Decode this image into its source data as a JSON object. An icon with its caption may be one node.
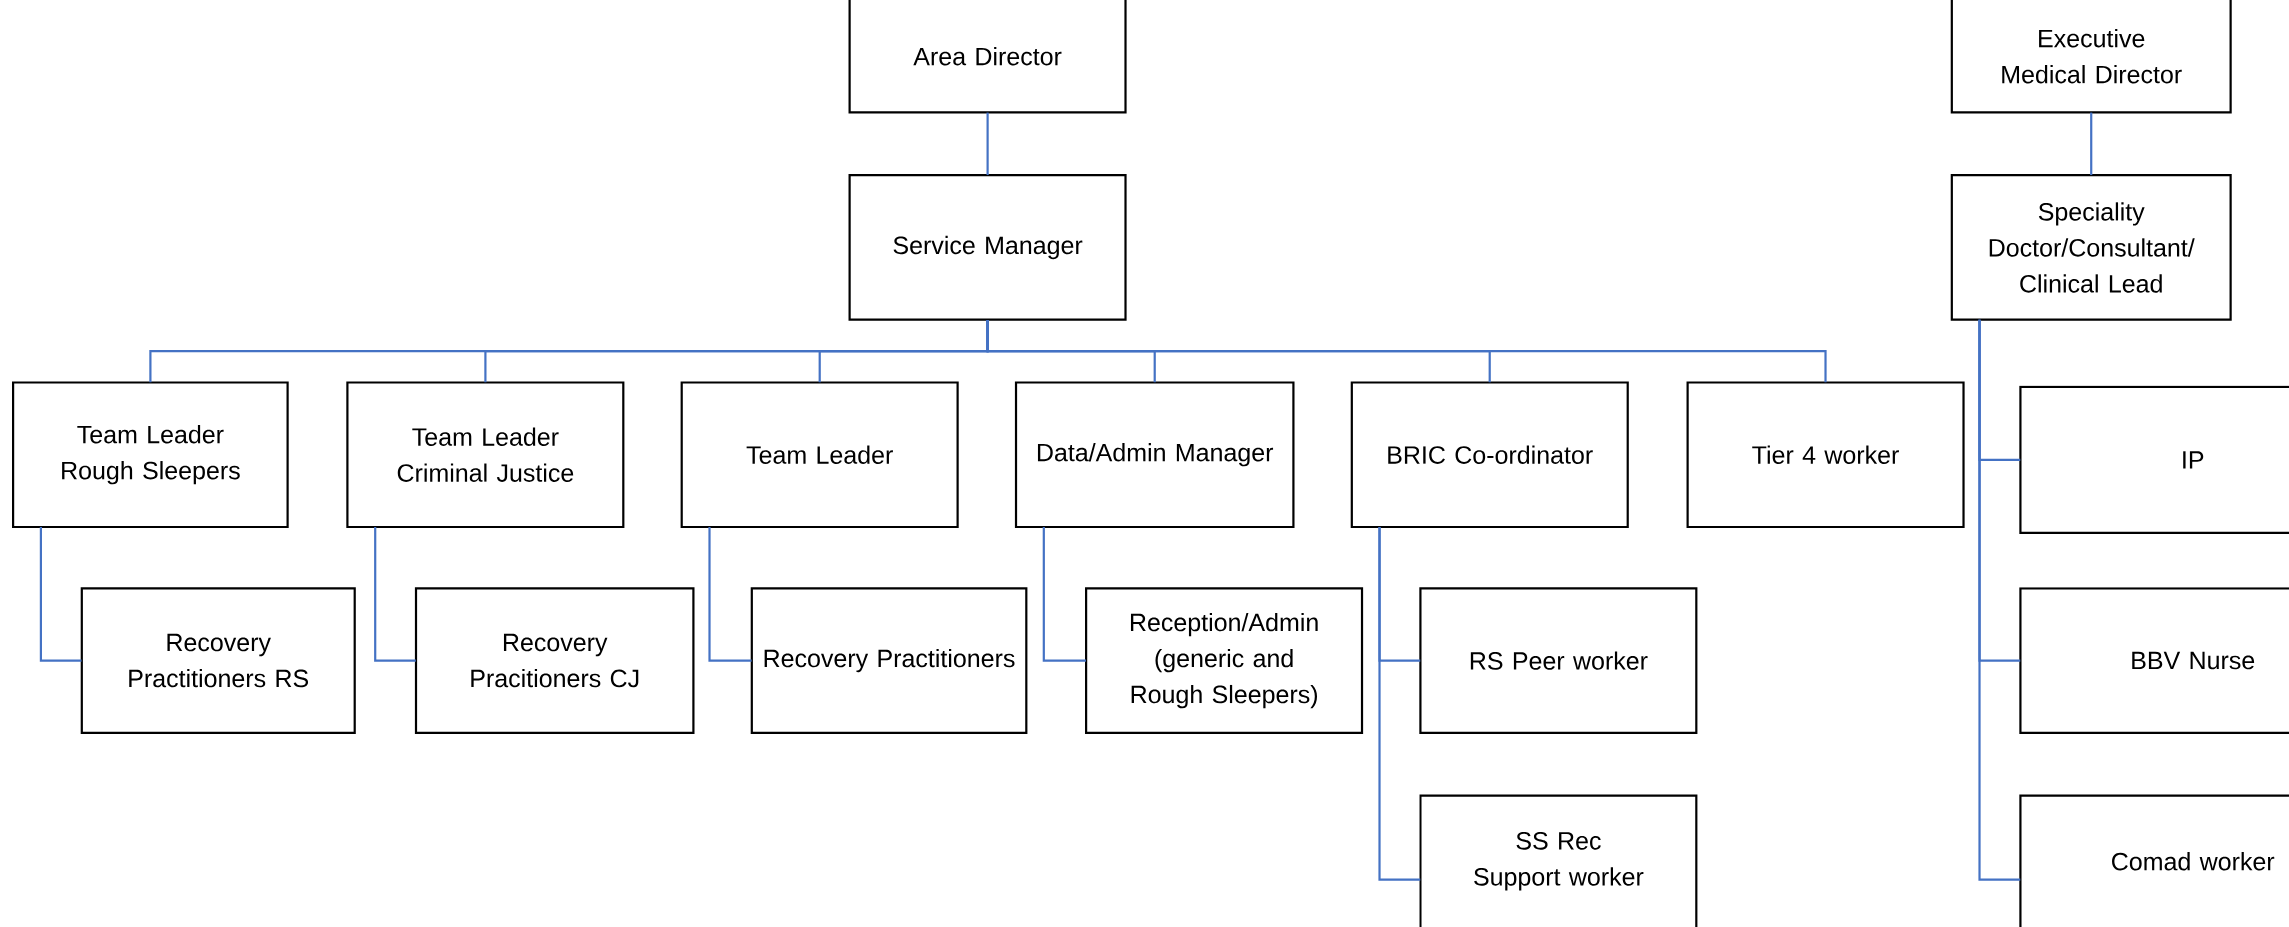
{
  "diagram": {
    "nodes": [
      {
        "text": [
          "Area Director"
        ]
      },
      {
        "text": [
          "Executive Medical Director"
        ]
      },
      {
        "text": [
          "Service Manager"
        ]
      },
      {
        "text": [
          "Speciality Doctor/Consultant/ Clinical Lead"
        ]
      },
      {
        "text": [
          "Team Leader Rough Sleepers"
        ]
      },
      {
        "text": [
          "Team Leader Criminal Justice"
        ]
      },
      {
        "text": [
          "Team Leader"
        ]
      },
      {
        "text": [
          "Data/Admin Manager"
        ]
      },
      {
        "text": [
          "BRIC Co-ordinator"
        ]
      },
      {
        "text": [
          "Tier 4 worker"
        ]
      },
      {
        "text": [
          "Recovery Practitioners RS"
        ]
      },
      {
        "text": [
          "Recovery Pracitioners CJ"
        ]
      },
      {
        "text": [
          "Recovery Practitioners"
        ]
      },
      {
        "text": [
          "Reception/Admin (generic and Rough Sleepers)"
        ]
      },
      {
        "text": [
          "RS Peer worker"
        ]
      },
      {
        "text": [
          "SS Rec Support worker"
        ]
      },
      {
        "text": [
          "IP"
        ]
      },
      {
        "text": [
          "BBV Nurse"
        ]
      },
      {
        "text": [
          "Comad worker"
        ]
      }
    ],
    "edges": [
      {
        "from": 0,
        "to": 2,
        "arrow": "none"
      },
      {
        "from": 2,
        "to": 4,
        "arrow": "none"
      },
      {
        "from": 2,
        "to": 5,
        "arrow": "none"
      },
      {
        "from": 2,
        "to": 6,
        "arrow": "none"
      },
      {
        "from": 2,
        "to": 7,
        "arrow": "none"
      },
      {
        "from": 2,
        "to": 8,
        "arrow": "none"
      },
      {
        "from": 2,
        "to": 9,
        "arrow": "none"
      },
      {
        "from": 4,
        "to": 10,
        "arrow": "none"
      },
      {
        "from": 5,
        "to": 11,
        "arrow": "none"
      },
      {
        "from": 6,
        "to": 12,
        "arrow": "none"
      },
      {
        "from": 7,
        "to": 13,
        "arrow": "none"
      },
      {
        "from": 8,
        "to": 14,
        "arrow": "none"
      },
      {
        "from": 8,
        "to": 15,
        "arrow": "none"
      },
      {
        "from": 1,
        "to": 3,
        "arrow": "none"
      },
      {
        "from": 3,
        "to": 16,
        "arrow": "none"
      },
      {
        "from": 3,
        "to": 17,
        "arrow": "none"
      },
      {
        "from": 3,
        "to": 18,
        "arrow": "none"
      }
    ]
  }
}
